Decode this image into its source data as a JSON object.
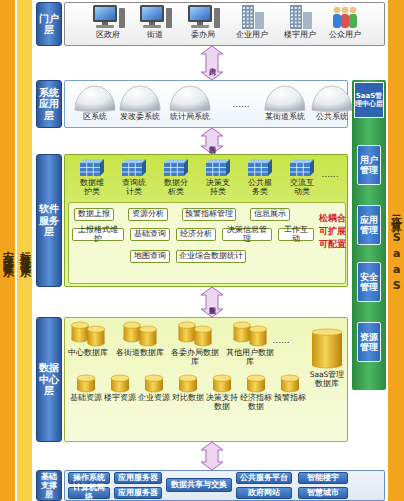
{
  "diagram": {
    "nodes": [
      {
        "text": [
          "安全保障体系"
        ]
      },
      {
        "text": [
          "标准规范体系"
        ]
      },
      {
        "text": [
          "门户层"
        ]
      },
      {
        "text": [
          "区政府"
        ],
        "in": 2
      },
      {
        "text": [
          "街道"
        ],
        "in": 2
      },
      {
        "text": [
          "委办局"
        ],
        "in": 2
      },
      {
        "text": [
          "企业用户"
        ],
        "in": 2
      },
      {
        "text": [
          "楼宇用户"
        ],
        "in": 2
      },
      {
        "text": [
          "公众用户"
        ],
        "in": 2
      },
      {
        "text": [
          "系统应用层"
        ]
      },
      {
        "text": [
          "区系统"
        ],
        "in": 9
      },
      {
        "text": [
          "发改委系统"
        ],
        "in": 9
      },
      {
        "text": [
          "统计局系统"
        ],
        "in": 9
      },
      {
        "text": [
          "某街道系统"
        ],
        "in": 9
      },
      {
        "text": [
          "公共系统"
        ],
        "in": 9
      },
      {
        "text": [
          "软件服务层"
        ]
      },
      {
        "text": [
          "数据维护类"
        ],
        "in": 15
      },
      {
        "text": [
          "查询统计类"
        ],
        "in": 15
      },
      {
        "text": [
          "数据分析类"
        ],
        "in": 15
      },
      {
        "text": [
          "决策支持类"
        ],
        "in": 15
      },
      {
        "text": [
          "公共服务类"
        ],
        "in": 15
      },
      {
        "text": [
          "交流互动类"
        ],
        "in": 15
      },
      {
        "text": [
          "数据上报"
        ],
        "in": 15
      },
      {
        "text": [
          "资源分析"
        ],
        "in": 15
      },
      {
        "text": [
          "预警指标管理"
        ],
        "in": 15
      },
      {
        "text": [
          "信息展示"
        ],
        "in": 15
      },
      {
        "text": [
          "上报格式维护"
        ],
        "in": 15
      },
      {
        "text": [
          "基础查询"
        ],
        "in": 15
      },
      {
        "text": [
          "经济分析"
        ],
        "in": 15
      },
      {
        "text": [
          "决策信息管理"
        ],
        "in": 15
      },
      {
        "text": [
          "工作互动"
        ],
        "in": 15
      },
      {
        "text": [
          "地图查询"
        ],
        "in": 15
      },
      {
        "text": [
          "企业综合数据统计"
        ],
        "in": 15
      },
      {
        "text": [
          "数据中心层"
        ]
      },
      {
        "text": [
          "中心数据库"
        ],
        "in": 33
      },
      {
        "text": [
          "各街道数据库"
        ],
        "in": 33
      },
      {
        "text": [
          "各委办局数据库"
        ],
        "in": 33
      },
      {
        "text": [
          "其他用户数据库"
        ],
        "in": 33
      },
      {
        "text": [
          "SaaS管理数据库"
        ],
        "in": 33
      },
      {
        "text": [
          "基础资源"
        ],
        "in": 33
      },
      {
        "text": [
          "楼宇资源"
        ],
        "in": 33
      },
      {
        "text": [
          "企业资源"
        ],
        "in": 33
      },
      {
        "text": [
          "对比数据"
        ],
        "in": 33
      },
      {
        "text": [
          "决策支持数据"
        ],
        "in": 33
      },
      {
        "text": [
          "经济指标数据"
        ],
        "in": 33
      },
      {
        "text": [
          "预警指标"
        ],
        "in": 33
      },
      {
        "text": [
          "基础支撑层"
        ]
      },
      {
        "text": [
          "操作系统"
        ],
        "in": 46
      },
      {
        "text": [
          "应用服务器"
        ],
        "in": 46
      },
      {
        "text": [
          "数据共享与交换"
        ],
        "in": 46
      },
      {
        "text": [
          "公共服务平台"
        ],
        "in": 46
      },
      {
        "text": [
          "智能楼宇"
        ],
        "in": 46
      },
      {
        "text": [
          "计算机网络"
        ],
        "in": 46
      },
      {
        "text": [
          "应用服务器"
        ],
        "in": 46
      },
      {
        "text": [
          "政府网站"
        ],
        "in": 46
      },
      {
        "text": [
          "智慧城市"
        ],
        "in": 46
      },
      {
        "text": [
          "SaaS管理中心层"
        ]
      },
      {
        "text": [
          "用户管理"
        ],
        "in": 56
      },
      {
        "text": [
          "应用管理"
        ],
        "in": 56
      },
      {
        "text": [
          "安全管理"
        ],
        "in": 56
      },
      {
        "text": [
          "资源管理"
        ],
        "in": 56
      },
      {
        "text": [
          "云计算|SaaS"
        ]
      }
    ],
    "edges": [
      {
        "from": 2,
        "to": 9,
        "arrow": "both",
        "label": "门户接入"
      },
      {
        "from": 9,
        "to": 15,
        "arrow": "both",
        "label": "服务访问"
      },
      {
        "from": 15,
        "to": 33,
        "arrow": "both",
        "label": "数据服务"
      },
      {
        "from": 33,
        "to": 46,
        "arrow": "both"
      }
    ],
    "labels": [
      "......",
      "......",
      "松耦合 可扩展 可配置",
      "......"
    ]
  }
}
